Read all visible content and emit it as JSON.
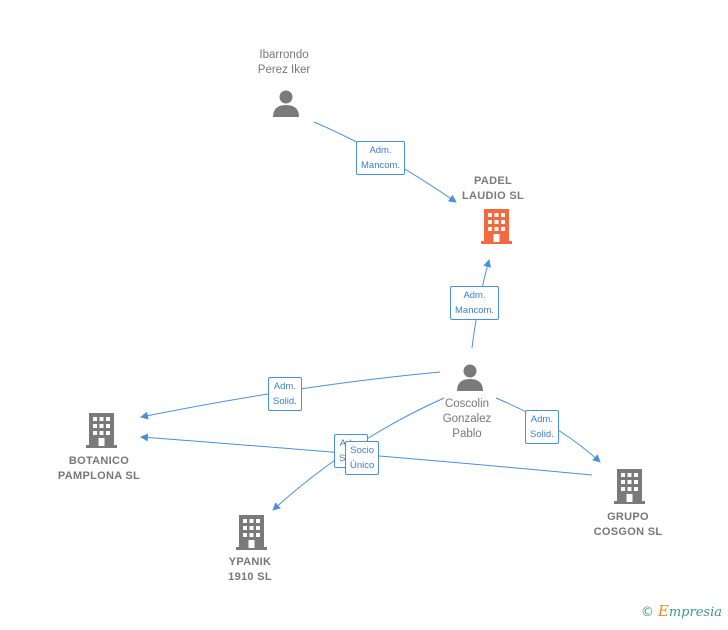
{
  "nodes": {
    "ibarrondo": {
      "lines": [
        "Ibarrondo",
        "Perez Iker"
      ],
      "kind": "person"
    },
    "padel": {
      "lines": [
        "PADEL",
        "LAUDIO  SL"
      ],
      "kind": "company-focal"
    },
    "coscolin": {
      "lines": [
        "Coscolin",
        "Gonzalez",
        "Pablo"
      ],
      "kind": "person"
    },
    "botanico": {
      "lines": [
        "BOTANICO",
        "PAMPLONA  SL"
      ],
      "kind": "company"
    },
    "grupo": {
      "lines": [
        "GRUPO",
        "COSGON  SL"
      ],
      "kind": "company"
    },
    "ypanik": {
      "lines": [
        "YPANIK",
        "1910  SL"
      ],
      "kind": "company"
    }
  },
  "edges": {
    "e1": {
      "lines": [
        "Adm.",
        "Mancom."
      ]
    },
    "e2": {
      "lines": [
        "Adm.",
        "Mancom."
      ]
    },
    "e3": {
      "lines": [
        "Adm.",
        "Solid."
      ]
    },
    "e4": {
      "lines": [
        "Adm.",
        "Solid."
      ]
    },
    "e5": {
      "lines": [
        "Adm.",
        "Solid."
      ]
    },
    "e6": {
      "lines": [
        "Socio",
        "Único"
      ]
    }
  },
  "footer": {
    "copyright": "©",
    "brand_e": "E",
    "brand_rest": "mpresia"
  },
  "colors": {
    "edge": "#4a90d9",
    "node_gray": "#7a7a7a",
    "focal": "#f26a3d"
  },
  "icons": {
    "person": "person-icon",
    "company": "building-icon"
  }
}
